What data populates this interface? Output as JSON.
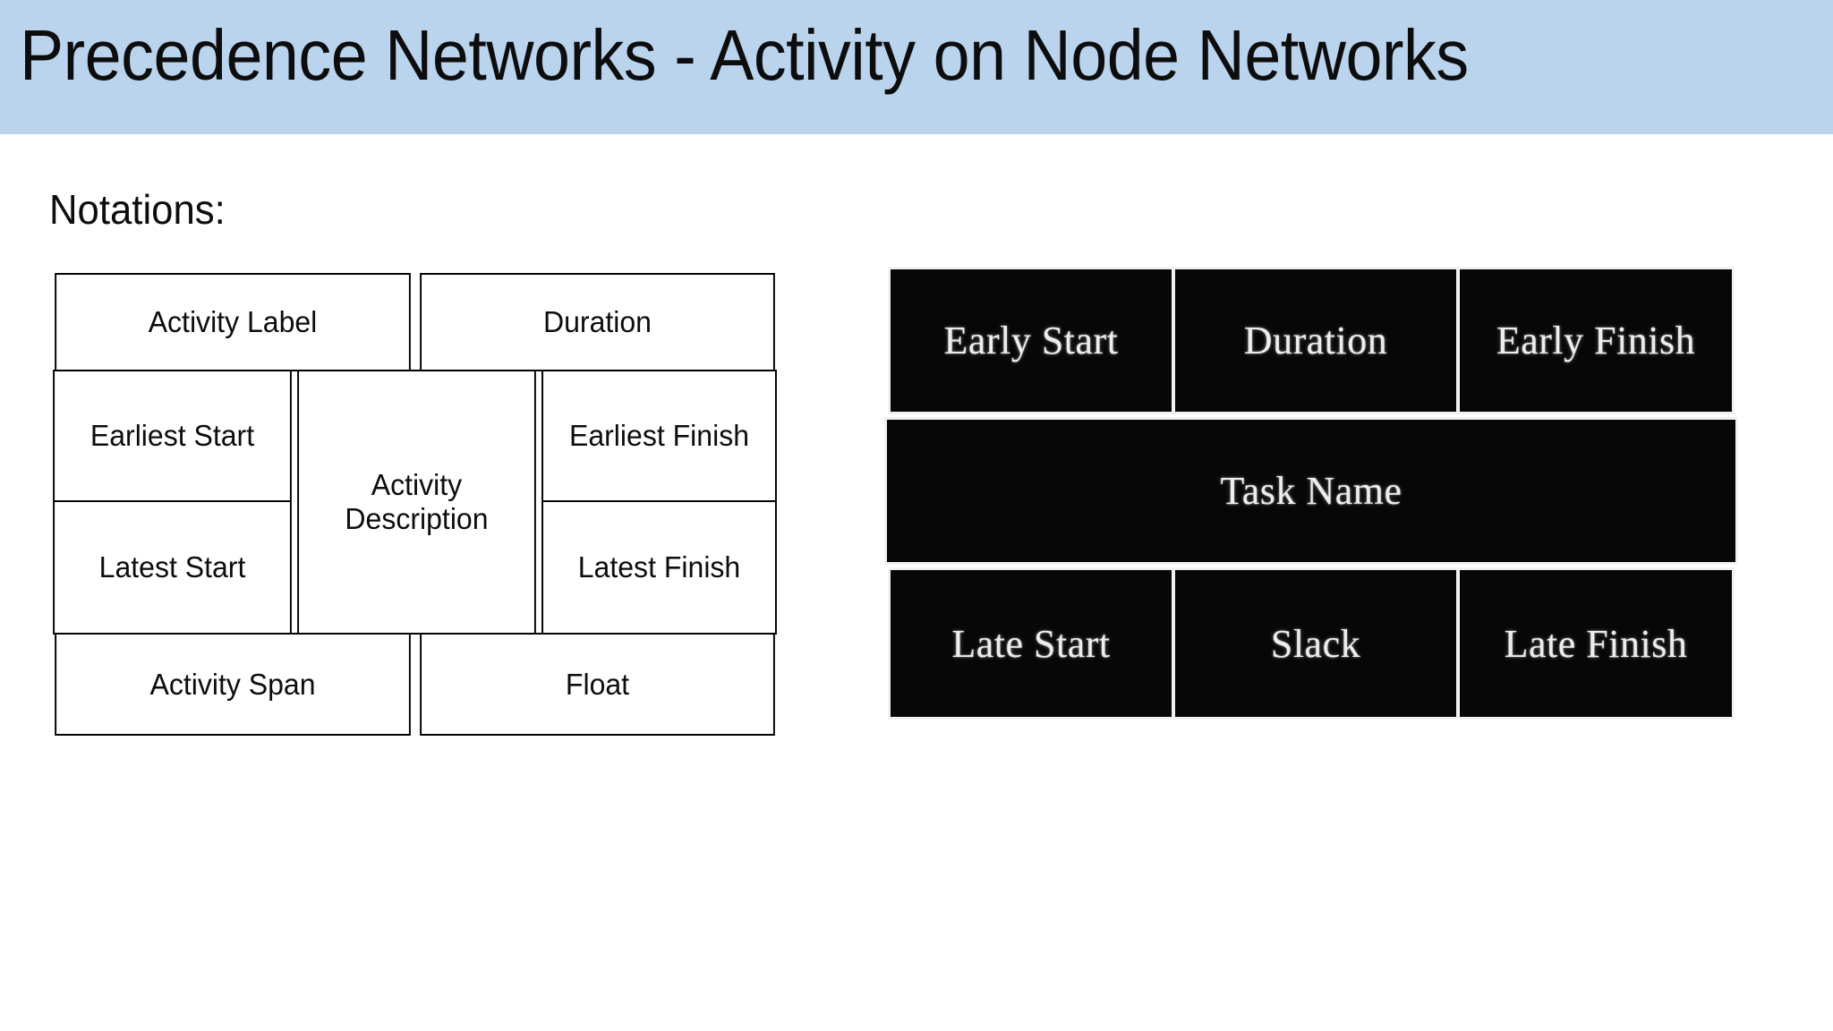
{
  "slide": {
    "title": "Precedence Networks - Activity on Node Networks",
    "banner_color": "#bad4ee",
    "background_color": "#ffffff",
    "section_heading": "Notations:"
  },
  "notation_table": {
    "row1": {
      "activity_label": "Activity Label",
      "duration": "Duration"
    },
    "row2": {
      "earliest_start": "Earliest Start",
      "earliest_finish": "Earliest Finish"
    },
    "middle": {
      "activity_description_line1": "Activity",
      "activity_description_line2": "Description"
    },
    "row3": {
      "latest_start": "Latest Start",
      "latest_finish": "Latest Finish"
    },
    "row4": {
      "activity_span": "Activity Span",
      "float": "Float"
    }
  },
  "node_diagram": {
    "background_color": "#070707",
    "text_color": "#ededed",
    "border_color": "#f2f2f2",
    "top_row": {
      "early_start": "Early Start",
      "duration": "Duration",
      "early_finish": "Early Finish"
    },
    "middle_row": {
      "task_name": "Task Name"
    },
    "bottom_row": {
      "late_start": "Late Start",
      "slack": "Slack",
      "late_finish": "Late Finish"
    }
  }
}
